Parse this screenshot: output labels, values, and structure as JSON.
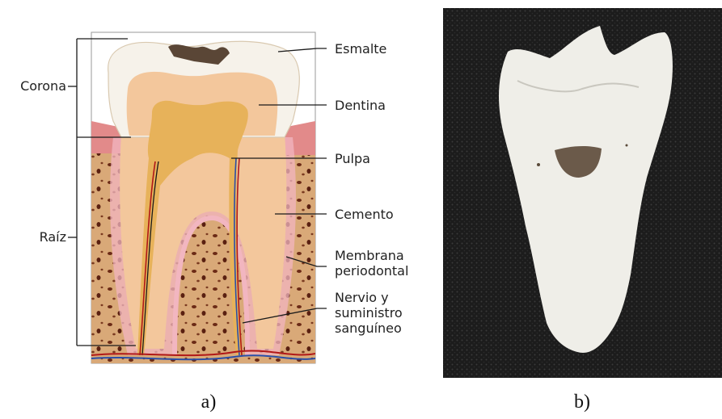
{
  "panel_a": {
    "caption": "a)",
    "labels": {
      "corona": "Corona",
      "raiz": "Raíz",
      "esmalte": "Esmalte",
      "dentina": "Dentina",
      "pulpa": "Pulpa",
      "cemento": "Cemento",
      "membrana_1": "Membrana",
      "membrana_2": "periodontal",
      "nervio_1": "Nervio y",
      "nervio_2": "suministro",
      "nervio_3": "sanguíneo"
    }
  },
  "panel_b": {
    "caption": "b)"
  },
  "colors": {
    "enamel": "#f6f2ea",
    "dentin": "#f3c79c",
    "pulp": "#e7b25a",
    "bone": "#d9a978",
    "gum": "#e28a8a",
    "photo_background": "#1b1b1b",
    "tooth_photo": "#efeee8"
  }
}
